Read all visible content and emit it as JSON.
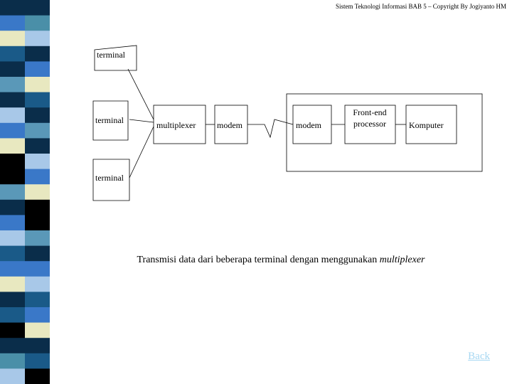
{
  "header": {
    "text": "Sistem Teknologi Informasi BAB 5 – Copyright By Jogiyanto HM"
  },
  "stripes": {
    "colors": [
      "#0a2d4a",
      "#4a8fa8",
      "#a8c8e8",
      "#0a2d4a",
      "#3a78c8",
      "#e8e8c0",
      "#1a5a88",
      "#0a2d4a",
      "#5a98b8",
      "#0a2d4a",
      "#a8c8e8",
      "#3a78c8",
      "#e8e8c0",
      "#000000",
      "#000000",
      "#5a98b8",
      "#0a2d4a",
      "#3a78c8",
      "#a8c8e8",
      "#1a5a88",
      "#3a78c8",
      "#e8e8c0",
      "#0a2d4a",
      "#1a5a88",
      "#000000"
    ]
  },
  "diagram": {
    "terminal_1": "terminal",
    "terminal_2": "terminal",
    "terminal_3": "terminal",
    "multiplexer": "multiplexer",
    "modem_left": "modem",
    "modem_right": "modem",
    "front_end_line1": "Front-end",
    "front_end_line2": "processor",
    "komputer": "Komputer"
  },
  "caption": {
    "text_plain": "Transmisi data dari beberapa terminal dengan menggunakan",
    "text_italic": "multiplexer"
  },
  "back_link": "Back"
}
